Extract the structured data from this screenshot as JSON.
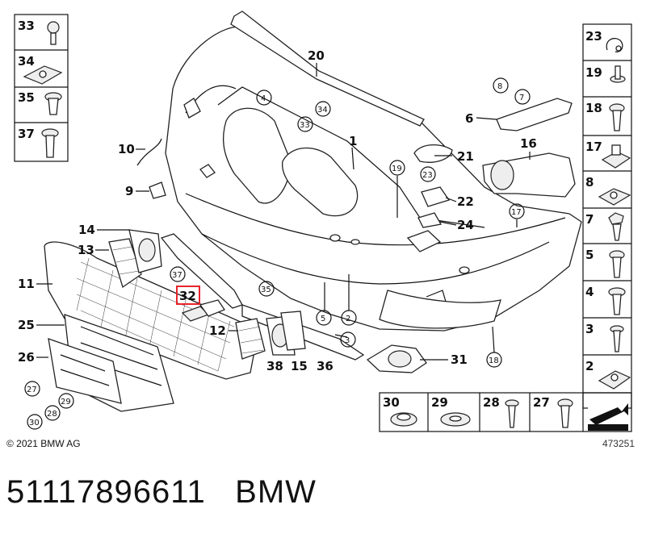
{
  "copyright": "© 2021 BMW AG",
  "diagram_ref": "473251",
  "part_number": "51117896611",
  "brand": "BMW",
  "highlighted_part": "32",
  "callouts": {
    "c1": "1",
    "c2": "2",
    "c3": "3",
    "c4": "4",
    "c5": "5",
    "c6": "6",
    "c7": "7",
    "c8": "8",
    "c9": "9",
    "c10": "10",
    "c11": "11",
    "c12": "12",
    "c13": "13",
    "c14": "14",
    "c15": "15",
    "c16": "16",
    "c17": "17",
    "c18": "18",
    "c19": "19",
    "c20": "20",
    "c21": "21",
    "c22": "22",
    "c23": "23",
    "c24": "24",
    "c25": "25",
    "c26": "26",
    "c27": "27",
    "c28": "28",
    "c29": "29",
    "c30": "30",
    "c31": "31",
    "c32": "32",
    "c33": "33",
    "c34": "34",
    "c35": "35",
    "c36": "36",
    "c37": "37",
    "c38": "38"
  },
  "left_sidebar": [
    "33",
    "34",
    "35",
    "37"
  ],
  "right_sidebar": [
    "23",
    "19",
    "18",
    "17",
    "8",
    "7",
    "5",
    "4",
    "3",
    "2"
  ],
  "bottom_strip": [
    "30",
    "29",
    "28",
    "27"
  ],
  "colors": {
    "highlight": "#e8242a",
    "highlight_fill": "#d9d9d9",
    "line": "#111111"
  }
}
